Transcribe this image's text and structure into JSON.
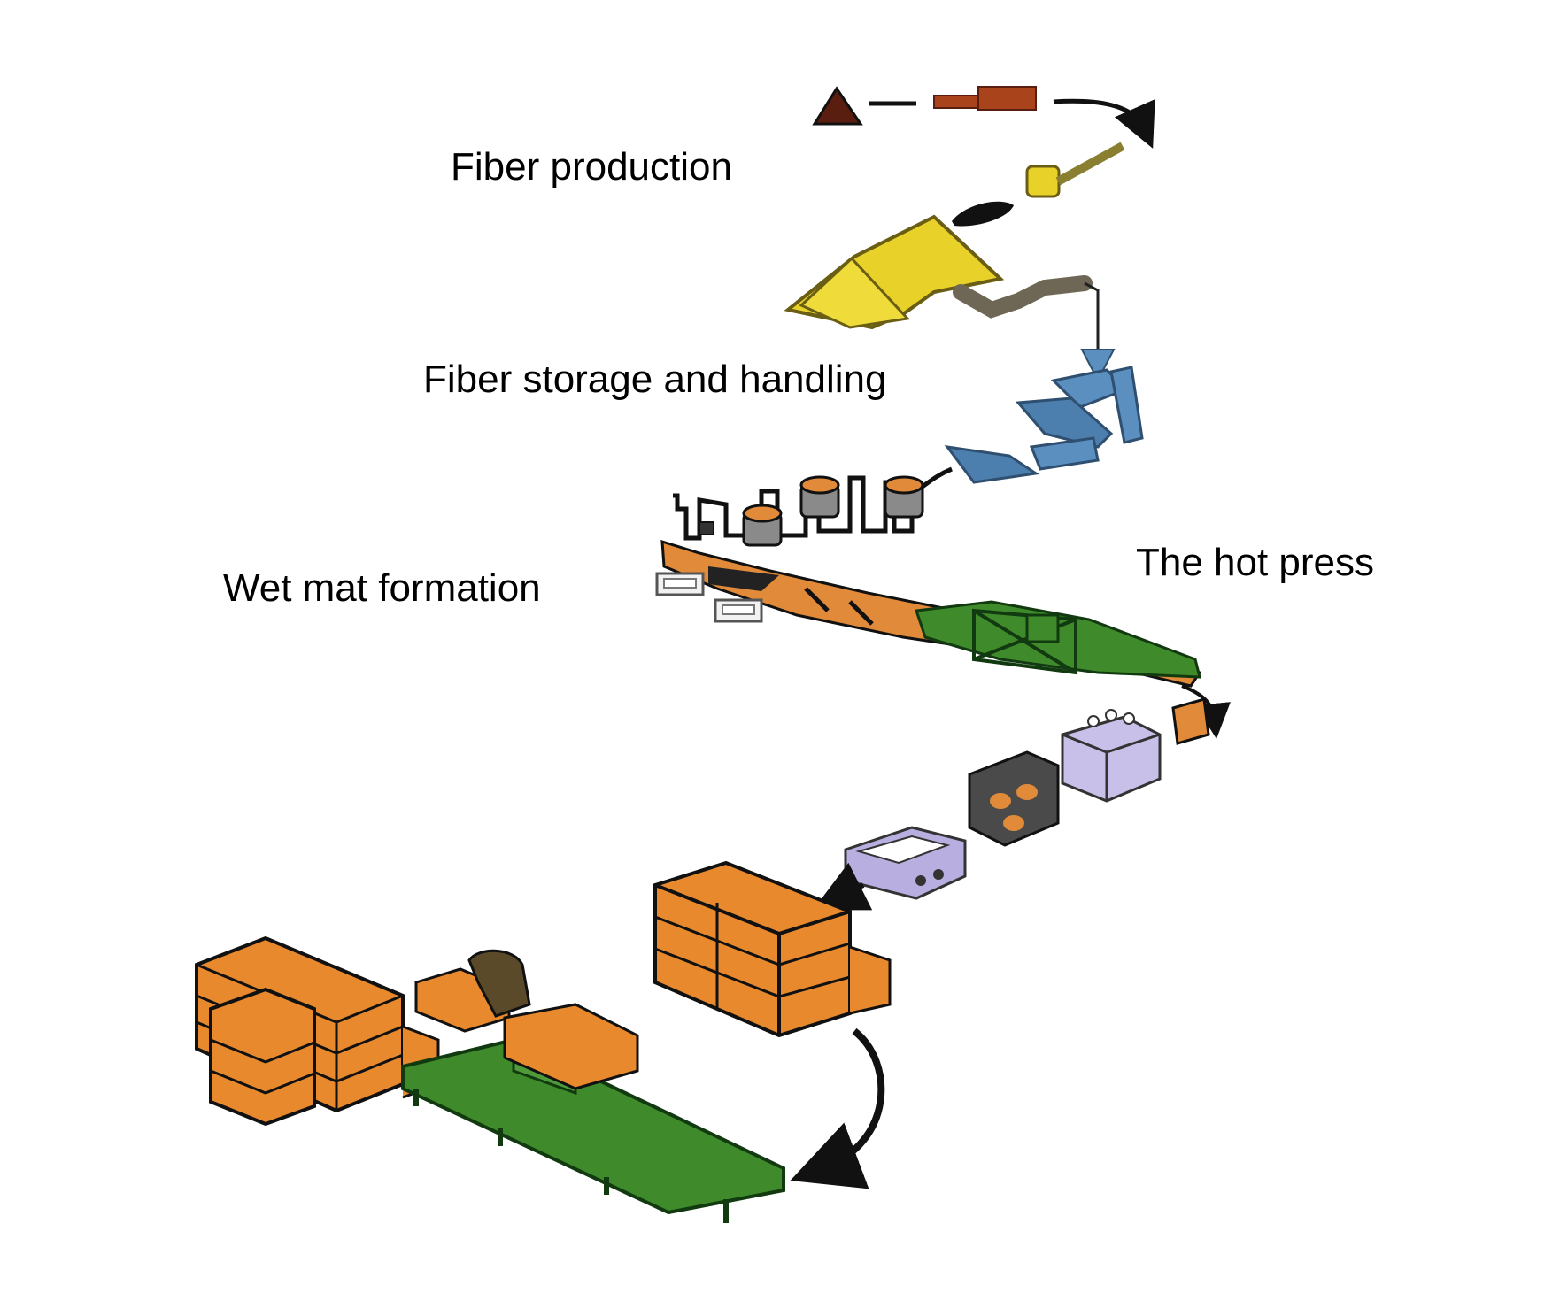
{
  "labels": {
    "fiber_production": "Fiber production",
    "fiber_storage": "Fiber storage and handling",
    "wet_mat_formation": "Wet mat formation",
    "hot_press": "The hot press"
  },
  "colors": {
    "fiber_production_raw": "#7a2e12",
    "fiber_production_yellow": "#e8d22a",
    "fiber_storage_blue": "#5b8fc0",
    "fiber_storage_tank_orange": "#e08a3a",
    "wet_mat_green": "#3f8a2a",
    "press_purple": "#b9aee0",
    "product_orange": "#e8892e",
    "outline": "#111111"
  }
}
